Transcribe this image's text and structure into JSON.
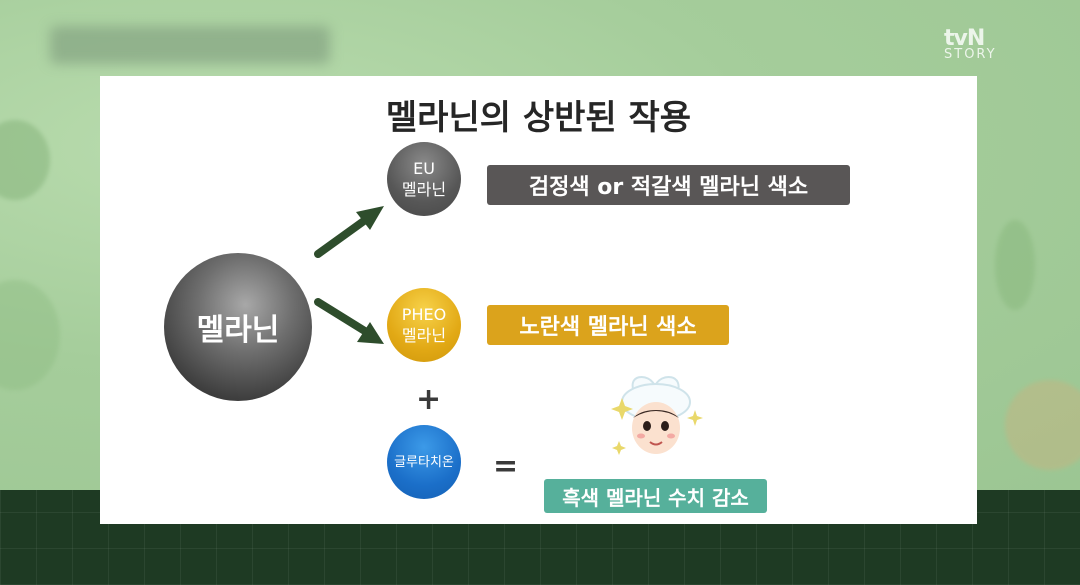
{
  "broadcast": {
    "logo_top": "tvN",
    "logo_bottom": "STORY"
  },
  "slide": {
    "title": "멜라닌의 상반된 작용",
    "source_label": "멜라닌",
    "eu": {
      "line1": "EU",
      "line2": "멜라닌",
      "description": "검정색 or 적갈색 멜라닌 색소"
    },
    "pheo": {
      "line1": "PHEO",
      "line2": "멜라닌",
      "description": "노란색 멜라닌 색소"
    },
    "plus_symbol": "+",
    "glutathione": "글루타치온",
    "equals_symbol": "=",
    "result": "흑색 멜라닌 수치 감소"
  },
  "colors": {
    "eu_gray": "#595656",
    "pheo_yellow": "#dba31c",
    "glutathione_blue": "#1b6fc9",
    "result_teal": "#56b09b",
    "arrow_green": "#2e4d2c"
  }
}
